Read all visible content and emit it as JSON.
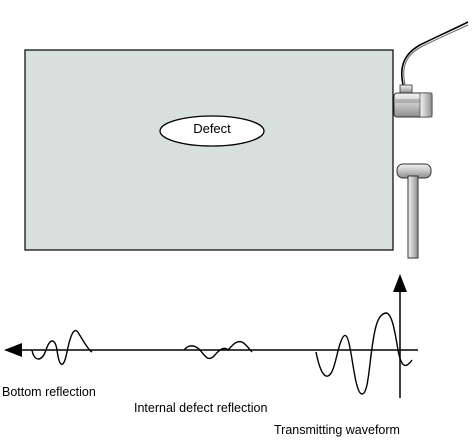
{
  "diagram": {
    "defect_label": "Defect",
    "labels": {
      "bottom_reflection": "Bottom reflection",
      "internal_defect_reflection": "Internal defect reflection",
      "transmitting_waveform": "Transmitting waveform"
    },
    "colors": {
      "specimen_fill": "#d8e0de",
      "outline": "#000000",
      "sensor_metal": "#c8c8c8",
      "background": "#ffffff"
    },
    "icons": [
      "sensor-icon",
      "hammer-icon"
    ]
  }
}
